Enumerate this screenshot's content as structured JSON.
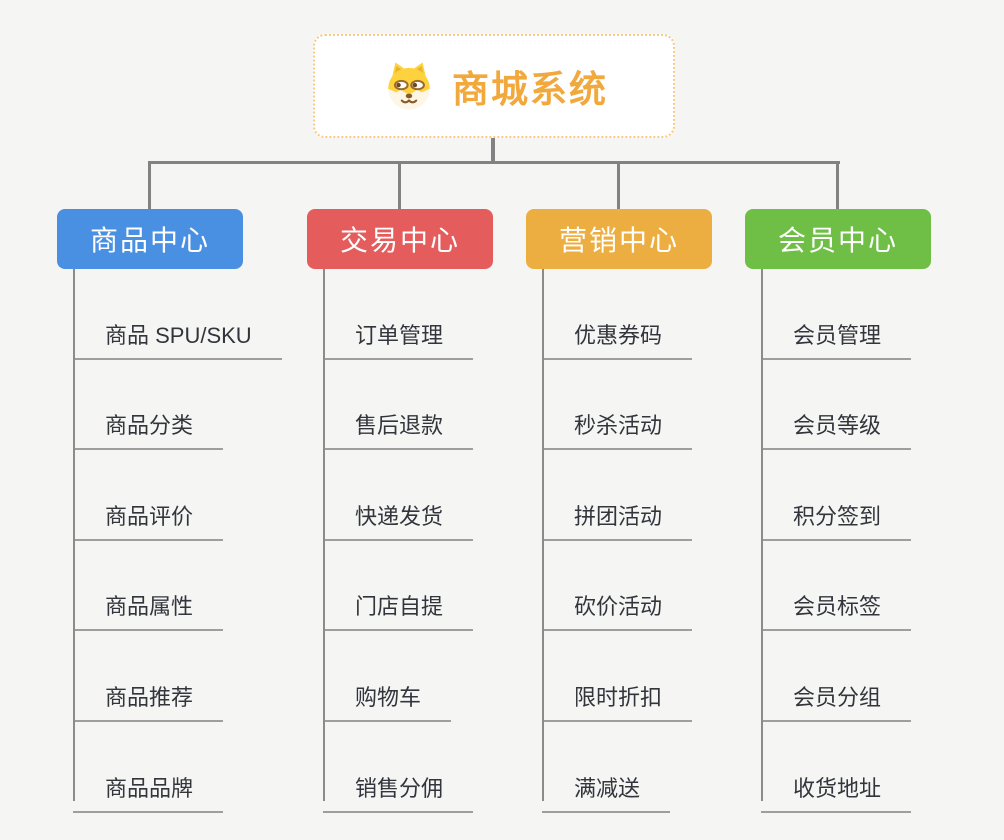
{
  "root": {
    "title": "商城系统",
    "title_color": "#f1a83c",
    "border_color": "#f5cb85",
    "icon": "shiba-dog-icon"
  },
  "connector_color": "#828282",
  "branches": [
    {
      "label": "商品中心",
      "color": "#4a90e2",
      "items": [
        "商品 SPU/SKU",
        "商品分类",
        "商品评价",
        "商品属性",
        "商品推荐",
        "商品品牌"
      ]
    },
    {
      "label": "交易中心",
      "color": "#e45c5c",
      "items": [
        "订单管理",
        "售后退款",
        "快递发货",
        "门店自提",
        "购物车",
        "销售分佣"
      ]
    },
    {
      "label": "营销中心",
      "color": "#edae41",
      "items": [
        "优惠券码",
        "秒杀活动",
        "拼团活动",
        "砍价活动",
        "限时折扣",
        "满减送"
      ]
    },
    {
      "label": "会员中心",
      "color": "#6fbe45",
      "items": [
        "会员管理",
        "会员等级",
        "积分签到",
        "会员标签",
        "会员分组",
        "收货地址"
      ]
    }
  ]
}
